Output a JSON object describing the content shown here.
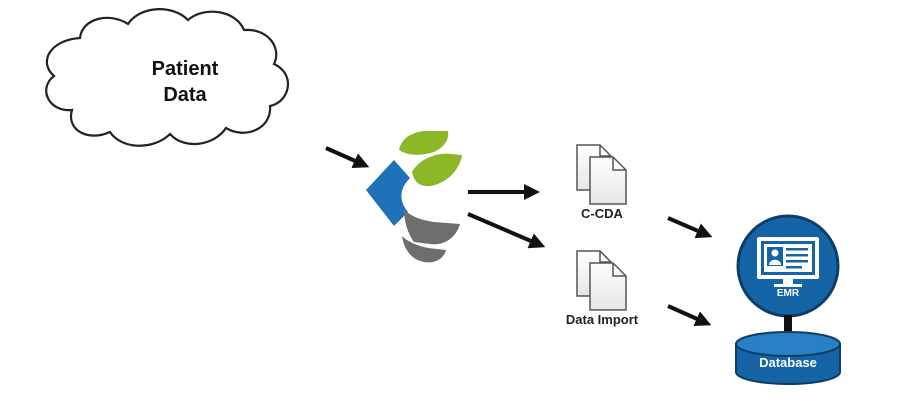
{
  "nodes": {
    "cloud": {
      "line1": "Patient",
      "line2": "Data"
    },
    "doc_ccda": {
      "label": "C-CDA"
    },
    "doc_import": {
      "label": "Data Import"
    },
    "emr": {
      "label": "EMR"
    },
    "database": {
      "label": "Database"
    }
  },
  "icons": {
    "cloud": "cloud-shape",
    "logo": "converter-logo",
    "doc_ccda": "documents-icon",
    "doc_import": "documents-icon",
    "emr": "monitor-profile-icon",
    "database": "database-cylinder"
  },
  "colors": {
    "logo_blue": "#1f72b8",
    "logo_green": "#8cb828",
    "logo_gray": "#6e6e6e",
    "emr_blue": "#1565a6",
    "arrow": "#111111"
  }
}
